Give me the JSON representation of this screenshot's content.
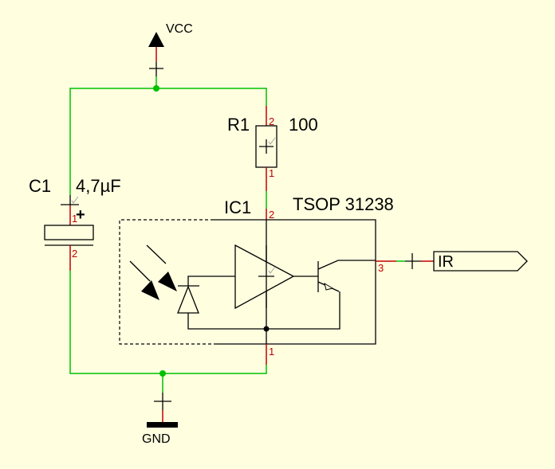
{
  "colors": {
    "background": "#FFFFE0",
    "wire": "#00C000",
    "pin": "#C00000",
    "symbol": "#000000"
  },
  "power": {
    "vcc_label": "VCC",
    "gnd_label": "GND"
  },
  "components": {
    "r1": {
      "name": "R1",
      "value": "100",
      "pin_top": "2",
      "pin_bottom": "1"
    },
    "c1": {
      "name": "C1",
      "value": "4,7µF",
      "polarity": "+",
      "pin_top": "1",
      "pin_bottom": "2"
    },
    "ic1": {
      "name": "IC1",
      "value": "TSOP 31238",
      "pin_vs": "2",
      "pin_gnd": "1",
      "pin_out": "3"
    }
  },
  "net_label": {
    "text": "IR"
  }
}
